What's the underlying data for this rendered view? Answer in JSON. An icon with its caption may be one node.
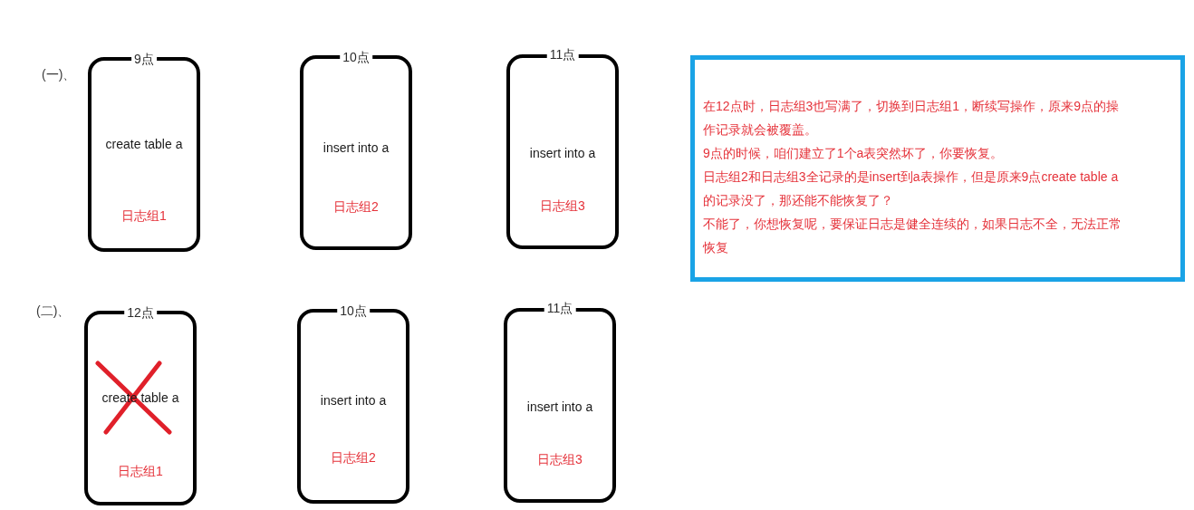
{
  "diagram": {
    "nodes": [
      {
        "text": [
          "9点",
          "create table a",
          "日志组1"
        ]
      },
      {
        "text": [
          "10点",
          "insert into a",
          "日志组2"
        ]
      },
      {
        "text": [
          "11点",
          "insert into a",
          "日志组3"
        ]
      },
      {
        "text": [
          "在12点时，日志组3也写满了，切换到日志组1，断续写操作，原来9点的操作记录就会被覆盖。",
          "9点的时候，咱们建立了1个a表突然坏了，你要恢复。",
          "日志组2和日志组3全记录的是insert到a表操作，但是原来9点create table a的记录没了，那还能不能恢复了？",
          "不能了，你想恢复呢，要保证日志是健全连续的，如果日志不全，无法正常恢复"
        ]
      },
      {
        "text": [
          "12点",
          "create table a",
          "日志组1"
        ]
      },
      {
        "text": [
          "10点",
          "insert into a",
          "日志组2"
        ]
      },
      {
        "text": [
          "11点",
          "insert into a",
          "日志组3"
        ]
      }
    ],
    "labels": [
      "(一)、",
      "(二)、"
    ]
  }
}
